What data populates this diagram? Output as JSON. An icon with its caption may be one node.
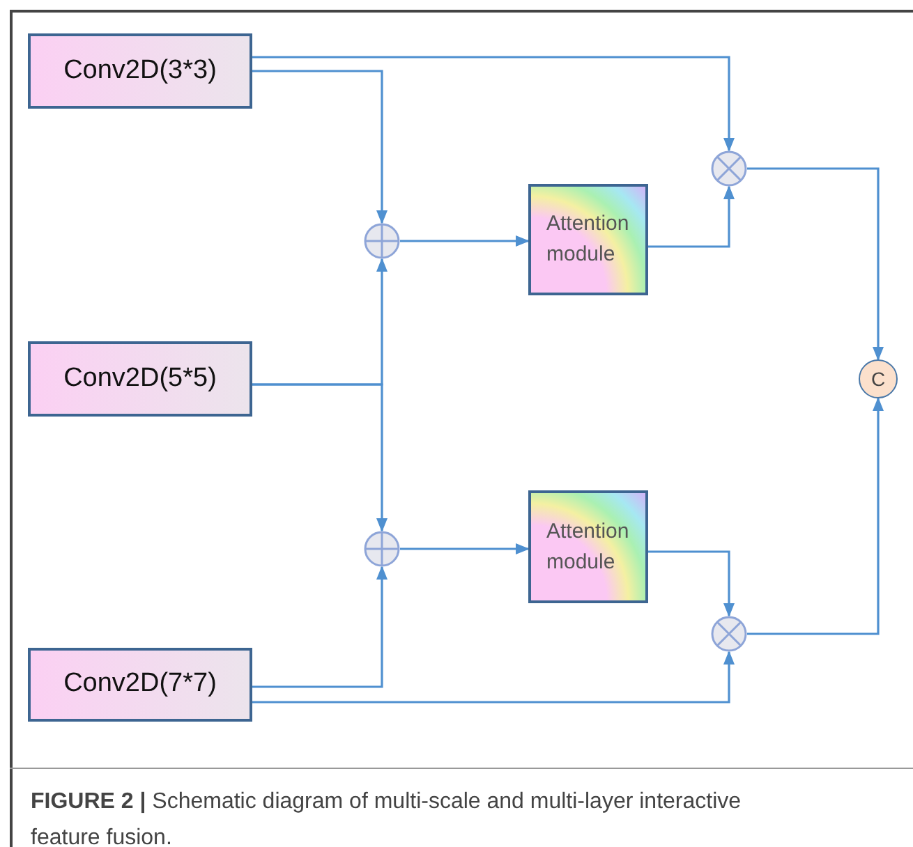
{
  "diagram": {
    "nodes": [
      {
        "text": [
          "Conv2D(3*3)"
        ]
      },
      {
        "text": [
          "Conv2D(5*5)"
        ]
      },
      {
        "text": [
          "Conv2D(7*7)"
        ]
      },
      {
        "text": [],
        "shape": "circle"
      },
      {
        "text": [],
        "shape": "circle"
      },
      {
        "text": [
          "Attention module"
        ]
      },
      {
        "text": [
          "Attention module"
        ]
      },
      {
        "text": [],
        "shape": "circle"
      },
      {
        "text": [],
        "shape": "circle"
      },
      {
        "text": [
          "C"
        ]
      }
    ],
    "edges": [
      {
        "from": 0,
        "to": 7,
        "arrow": "to"
      },
      {
        "from": 0,
        "to": 3,
        "arrow": "to"
      },
      {
        "from": 1,
        "to": 3,
        "arrow": "to"
      },
      {
        "from": 1,
        "to": 4,
        "arrow": "to"
      },
      {
        "from": 2,
        "to": 4,
        "arrow": "to"
      },
      {
        "from": 2,
        "to": 8,
        "arrow": "to"
      },
      {
        "from": 3,
        "to": 5,
        "arrow": "to"
      },
      {
        "from": 4,
        "to": 6,
        "arrow": "to"
      },
      {
        "from": 5,
        "to": 7,
        "arrow": "to"
      },
      {
        "from": 6,
        "to": 8,
        "arrow": "to"
      },
      {
        "from": 7,
        "to": 9,
        "arrow": "to"
      },
      {
        "from": 8,
        "to": 9,
        "arrow": "to"
      }
    ],
    "caption": "**FIGURE 2 |** Schematic diagram of multi-scale and multi-layer interactive feature fusion."
  }
}
